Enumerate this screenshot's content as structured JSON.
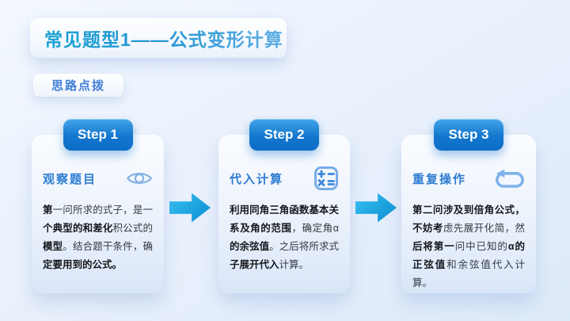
{
  "title": {
    "text": "常见题型1——公式变形计算",
    "gradient_start": "#1BA2D4",
    "gradient_end": "#5FAEE4"
  },
  "tag": {
    "text": "思路点拨",
    "color": "#3F7ED5"
  },
  "colors": {
    "background_top": "#F3F8FE",
    "background_bottom": "#DDEAF9",
    "badge_blue_top": "#44A5E8",
    "badge_blue_bottom": "#0D6DC6",
    "arrow_cyan": "#36BCEE",
    "arrow_blue": "#0B92D4",
    "subtitle_blue": "#2E7CD1",
    "icon_light_blue": "#7FB0E8"
  },
  "steps": [
    {
      "badge": "Step 1",
      "subtitle": "观察题目",
      "icon": "eye-icon",
      "body": [
        {
          "t": "第",
          "b": true
        },
        {
          "t": "一问所求的式子，是一",
          "b": false
        },
        {
          "t": "个典型的和差化",
          "b": true
        },
        {
          "t": "积公式的",
          "b": false
        },
        {
          "t": "模型",
          "b": true
        },
        {
          "t": "。结合题干条件，确",
          "b": false
        },
        {
          "t": "定要用到的公式。",
          "b": true
        }
      ]
    },
    {
      "badge": "Step 2",
      "subtitle": "代入计算",
      "icon": "calculator-icon",
      "body": [
        {
          "t": "利用同角三角函数基本关系及角的范围",
          "b": true
        },
        {
          "t": "，确定角α",
          "b": false
        },
        {
          "t": "的余弦值",
          "b": true
        },
        {
          "t": "。之后将所求式",
          "b": false
        },
        {
          "t": "子展开代入",
          "b": true
        },
        {
          "t": "计算。",
          "b": false
        }
      ]
    },
    {
      "badge": "Step 3",
      "subtitle": "重复操作",
      "icon": "repeat-icon",
      "body": [
        {
          "t": "第二问涉及到倍角公式，不妨考",
          "b": true
        },
        {
          "t": "虑先展开化简，然",
          "b": false
        },
        {
          "t": "后将第一",
          "b": true
        },
        {
          "t": "问中已知的",
          "b": false
        },
        {
          "t": "α的正弦值",
          "b": true
        },
        {
          "t": "和余弦值代入计算。",
          "b": false
        }
      ]
    }
  ]
}
